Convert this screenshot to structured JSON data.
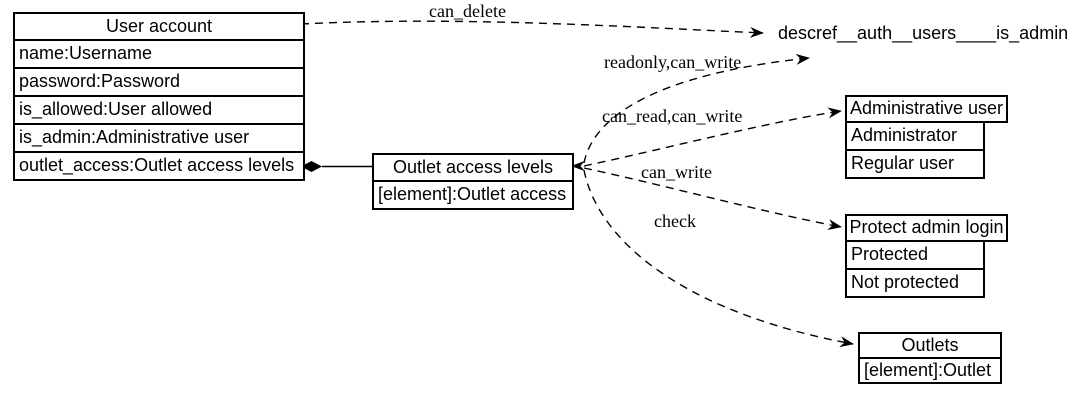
{
  "colors": {
    "line": "#000000",
    "bg": "#ffffff",
    "box_fill": "#ffffff",
    "text": "#000000"
  },
  "nodes": {
    "user_account": {
      "title": "User account",
      "attributes": [
        "name:Username",
        "password:Password",
        "is_allowed:User allowed",
        "is_admin:Administrative user",
        "outlet_access:Outlet access levels"
      ]
    },
    "outlet_access_levels": {
      "title": "Outlet access levels",
      "attributes": [
        "[element]:Outlet access"
      ]
    },
    "descref": {
      "label": "descref__auth__users____is_admin"
    },
    "administrative_user": {
      "title": "Administrative user",
      "attributes": [
        "Administrator",
        "Regular user"
      ]
    },
    "protect_admin_login": {
      "title": "Protect admin login",
      "attributes": [
        "Protected",
        "Not protected"
      ]
    },
    "outlets": {
      "title": "Outlets",
      "attributes": [
        "[element]:Outlet"
      ]
    }
  },
  "edges": {
    "can_delete": {
      "label": "can_delete"
    },
    "readonly_can_write": {
      "label": "readonly,can_write"
    },
    "can_read_can_write": {
      "label": "can_read,can_write"
    },
    "can_write": {
      "label": "can_write"
    },
    "check": {
      "label": "check"
    }
  }
}
